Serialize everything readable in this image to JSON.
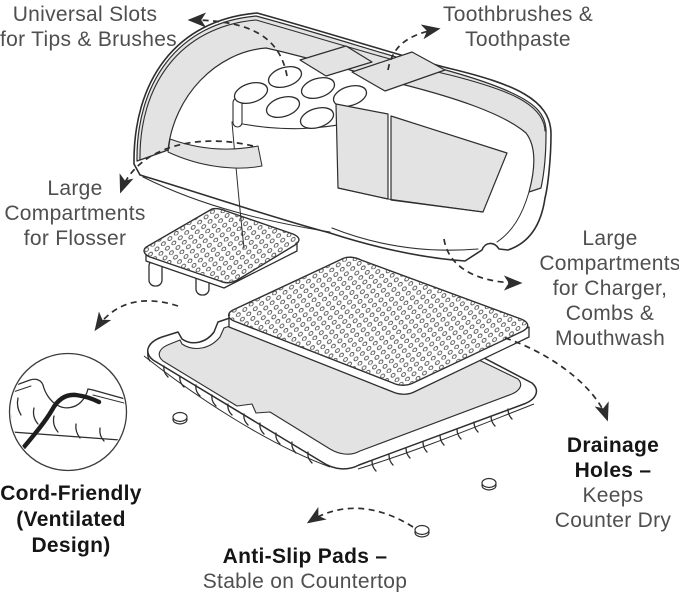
{
  "colors": {
    "background": "#ffffff",
    "line": "#2e2e2e",
    "panel_gray": "#e3e3e3",
    "label_text": "#4f4f4f",
    "label_text_bold": "#151515",
    "cord": "#1d1d1d"
  },
  "callouts": {
    "universal_slots": {
      "line1": "Universal Slots",
      "line2": "for Tips & Brushes"
    },
    "toothbrushes": {
      "line1": "Toothbrushes &",
      "line2": "Toothpaste"
    },
    "flosser": {
      "line1": "Large",
      "line2": "Compartments",
      "line3": "for Flosser"
    },
    "charger": {
      "line1": "Large",
      "line2": "Compartments",
      "line3": "for Charger,",
      "line4": "Combs &",
      "line5": "Mouthwash"
    },
    "cord_friendly": {
      "line1": "Cord-Friendly",
      "line2": "(Ventilated",
      "line3": "Design)"
    },
    "drainage": {
      "line1": "Drainage",
      "line2": "Holes –",
      "line3": "Keeps",
      "line4": "Counter Dry"
    },
    "anti_slip": {
      "line1": "Anti-Slip Pads –",
      "line2": "Stable on Countertop"
    }
  }
}
